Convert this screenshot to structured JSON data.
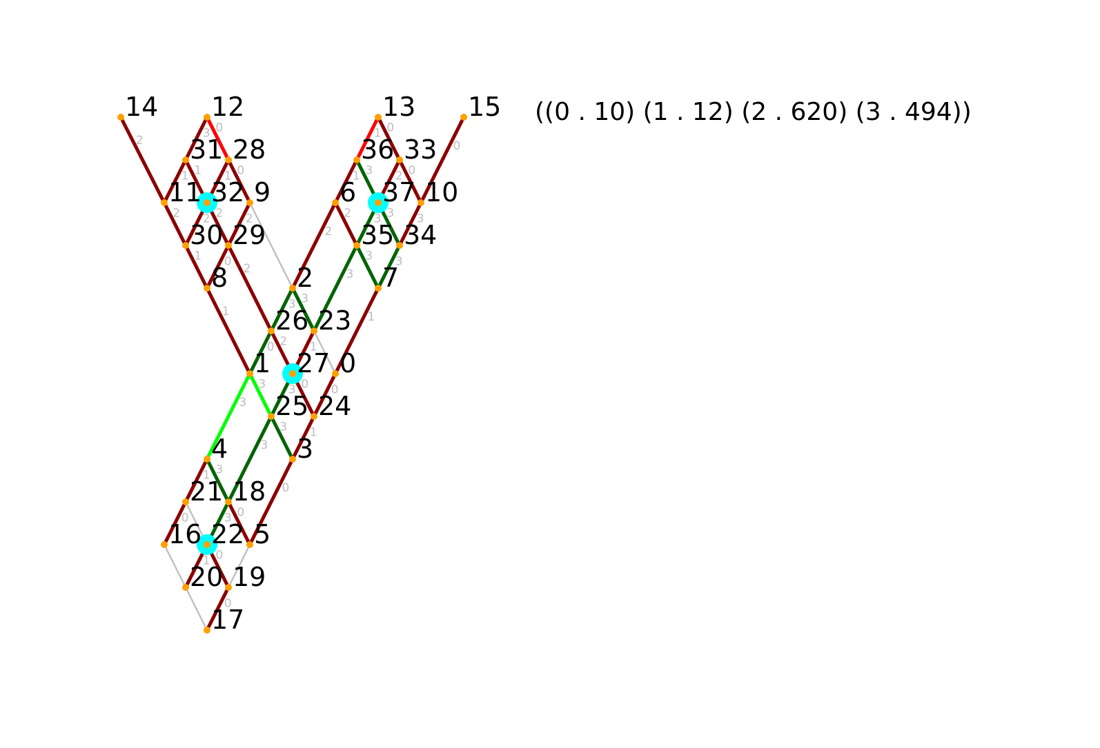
{
  "summary": "((0 . 10) (1 . 12) (2 . 620) (3 . 494))",
  "colors": {
    "background": "#ffffff",
    "node": "#ff9f00",
    "highlight_node": "#00ffff",
    "edge_dark_red": "#8b0000",
    "edge_red": "#ff0000",
    "edge_dark_green": "#006400",
    "edge_green": "#00ff00",
    "edge_gray": "#c0c0c0",
    "edge_label": "#bdbdbd"
  },
  "nodes": [
    {
      "id": "0",
      "label": "0"
    },
    {
      "id": "1",
      "label": "1"
    },
    {
      "id": "2",
      "label": "2"
    },
    {
      "id": "3",
      "label": "3"
    },
    {
      "id": "4",
      "label": "4"
    },
    {
      "id": "5",
      "label": "5"
    },
    {
      "id": "6",
      "label": "6"
    },
    {
      "id": "7",
      "label": "7"
    },
    {
      "id": "8",
      "label": "8"
    },
    {
      "id": "9",
      "label": "9"
    },
    {
      "id": "10",
      "label": "10"
    },
    {
      "id": "11",
      "label": "11"
    },
    {
      "id": "12",
      "label": "12"
    },
    {
      "id": "13",
      "label": "13"
    },
    {
      "id": "14",
      "label": "14"
    },
    {
      "id": "15",
      "label": "15"
    },
    {
      "id": "16",
      "label": "16"
    },
    {
      "id": "17",
      "label": "17"
    },
    {
      "id": "18",
      "label": "18"
    },
    {
      "id": "19",
      "label": "19"
    },
    {
      "id": "20",
      "label": "20"
    },
    {
      "id": "21",
      "label": "21"
    },
    {
      "id": "22",
      "label": "22"
    },
    {
      "id": "23",
      "label": "23"
    },
    {
      "id": "24",
      "label": "24"
    },
    {
      "id": "25",
      "label": "25"
    },
    {
      "id": "26",
      "label": "26"
    },
    {
      "id": "27",
      "label": "27"
    },
    {
      "id": "28",
      "label": "28"
    },
    {
      "id": "29",
      "label": "29"
    },
    {
      "id": "30",
      "label": "30"
    },
    {
      "id": "31",
      "label": "31"
    },
    {
      "id": "32",
      "label": "32"
    },
    {
      "id": "33",
      "label": "33"
    },
    {
      "id": "34",
      "label": "34"
    },
    {
      "id": "35",
      "label": "35"
    },
    {
      "id": "36",
      "label": "36"
    },
    {
      "id": "37",
      "label": "37"
    }
  ],
  "highlighted_nodes": [
    "32",
    "37",
    "27",
    "22"
  ],
  "edges": [
    {
      "from": "14",
      "to": "11",
      "color": "edge_dark_red",
      "label": "2"
    },
    {
      "from": "11",
      "to": "30",
      "color": "edge_dark_red",
      "label": "2"
    },
    {
      "from": "30",
      "to": "8",
      "color": "edge_dark_red",
      "label": "1"
    },
    {
      "from": "8",
      "to": "1",
      "color": "edge_dark_red",
      "label": "1"
    },
    {
      "from": "12",
      "to": "31",
      "color": "edge_dark_red",
      "label": "3"
    },
    {
      "from": "12",
      "to": "28",
      "color": "edge_red",
      "label": "0"
    },
    {
      "from": "31",
      "to": "11",
      "color": "edge_dark_red",
      "label": "1"
    },
    {
      "from": "31",
      "to": "32",
      "color": "edge_dark_red",
      "label": "1"
    },
    {
      "from": "28",
      "to": "32",
      "color": "edge_dark_red",
      "label": "1"
    },
    {
      "from": "28",
      "to": "9",
      "color": "edge_dark_red",
      "label": "0"
    },
    {
      "from": "32",
      "to": "30",
      "color": "edge_dark_red",
      "label": "2"
    },
    {
      "from": "32",
      "to": "29",
      "color": "edge_dark_red",
      "label": "2"
    },
    {
      "from": "9",
      "to": "29",
      "color": "edge_dark_red",
      "label": "2"
    },
    {
      "from": "9",
      "to": "2",
      "color": "edge_gray",
      "label": ""
    },
    {
      "from": "29",
      "to": "8",
      "color": "edge_dark_red",
      "label": "0"
    },
    {
      "from": "29",
      "to": "26",
      "color": "edge_dark_red",
      "label": "2"
    },
    {
      "from": "13",
      "to": "36",
      "color": "edge_red",
      "label": "1"
    },
    {
      "from": "13",
      "to": "33",
      "color": "edge_dark_red",
      "label": "0"
    },
    {
      "from": "15",
      "to": "10",
      "color": "edge_dark_red",
      "label": "0"
    },
    {
      "from": "36",
      "to": "6",
      "color": "edge_dark_red",
      "label": "1"
    },
    {
      "from": "36",
      "to": "37",
      "color": "edge_dark_green",
      "label": "3"
    },
    {
      "from": "33",
      "to": "37",
      "color": "edge_dark_red",
      "label": "2"
    },
    {
      "from": "33",
      "to": "10",
      "color": "edge_dark_red",
      "label": "0"
    },
    {
      "from": "6",
      "to": "35",
      "color": "edge_dark_red",
      "label": "2"
    },
    {
      "from": "6",
      "to": "2",
      "color": "edge_dark_red",
      "label": "2"
    },
    {
      "from": "37",
      "to": "35",
      "color": "edge_dark_green",
      "label": "3"
    },
    {
      "from": "37",
      "to": "34",
      "color": "edge_dark_green",
      "label": "3"
    },
    {
      "from": "10",
      "to": "34",
      "color": "edge_dark_red",
      "label": "3"
    },
    {
      "from": "35",
      "to": "7",
      "color": "edge_dark_green",
      "label": "3"
    },
    {
      "from": "35",
      "to": "23",
      "color": "edge_dark_green",
      "label": "3"
    },
    {
      "from": "34",
      "to": "7",
      "color": "edge_dark_green",
      "label": "3"
    },
    {
      "from": "7",
      "to": "0",
      "color": "edge_dark_red",
      "label": "1"
    },
    {
      "from": "2",
      "to": "26",
      "color": "edge_dark_green",
      "label": "3"
    },
    {
      "from": "2",
      "to": "23",
      "color": "edge_dark_green",
      "label": "3"
    },
    {
      "from": "26",
      "to": "1",
      "color": "edge_dark_green",
      "label": "0"
    },
    {
      "from": "26",
      "to": "27",
      "color": "edge_dark_red",
      "label": "2"
    },
    {
      "from": "23",
      "to": "27",
      "color": "edge_dark_red",
      "label": "1"
    },
    {
      "from": "23",
      "to": "0",
      "color": "edge_gray",
      "label": ""
    },
    {
      "from": "1",
      "to": "4",
      "color": "edge_green",
      "label": "3"
    },
    {
      "from": "1",
      "to": "25",
      "color": "edge_green",
      "label": "3"
    },
    {
      "from": "27",
      "to": "25",
      "color": "edge_dark_green",
      "label": "3"
    },
    {
      "from": "27",
      "to": "24",
      "color": "edge_dark_red",
      "label": "0"
    },
    {
      "from": "0",
      "to": "24",
      "color": "edge_dark_red",
      "label": "0"
    },
    {
      "from": "25",
      "to": "18",
      "color": "edge_dark_green",
      "label": "3"
    },
    {
      "from": "25",
      "to": "3",
      "color": "edge_dark_green",
      "label": "3"
    },
    {
      "from": "24",
      "to": "3",
      "color": "edge_dark_red",
      "label": "1"
    },
    {
      "from": "4",
      "to": "21",
      "color": "edge_dark_red",
      "label": "1"
    },
    {
      "from": "4",
      "to": "18",
      "color": "edge_dark_green",
      "label": "3"
    },
    {
      "from": "3",
      "to": "5",
      "color": "edge_dark_red",
      "label": "0"
    },
    {
      "from": "21",
      "to": "16",
      "color": "edge_dark_red",
      "label": "0"
    },
    {
      "from": "21",
      "to": "22",
      "color": "edge_gray",
      "label": ""
    },
    {
      "from": "18",
      "to": "22",
      "color": "edge_dark_green",
      "label": "3"
    },
    {
      "from": "18",
      "to": "5",
      "color": "edge_dark_red",
      "label": "0"
    },
    {
      "from": "16",
      "to": "20",
      "color": "edge_gray",
      "label": ""
    },
    {
      "from": "22",
      "to": "20",
      "color": "edge_dark_red",
      "label": "1"
    },
    {
      "from": "22",
      "to": "19",
      "color": "edge_dark_red",
      "label": "0"
    },
    {
      "from": "5",
      "to": "19",
      "color": "edge_gray",
      "label": ""
    },
    {
      "from": "20",
      "to": "17",
      "color": "edge_gray",
      "label": ""
    },
    {
      "from": "19",
      "to": "17",
      "color": "edge_dark_red",
      "label": "0"
    }
  ]
}
